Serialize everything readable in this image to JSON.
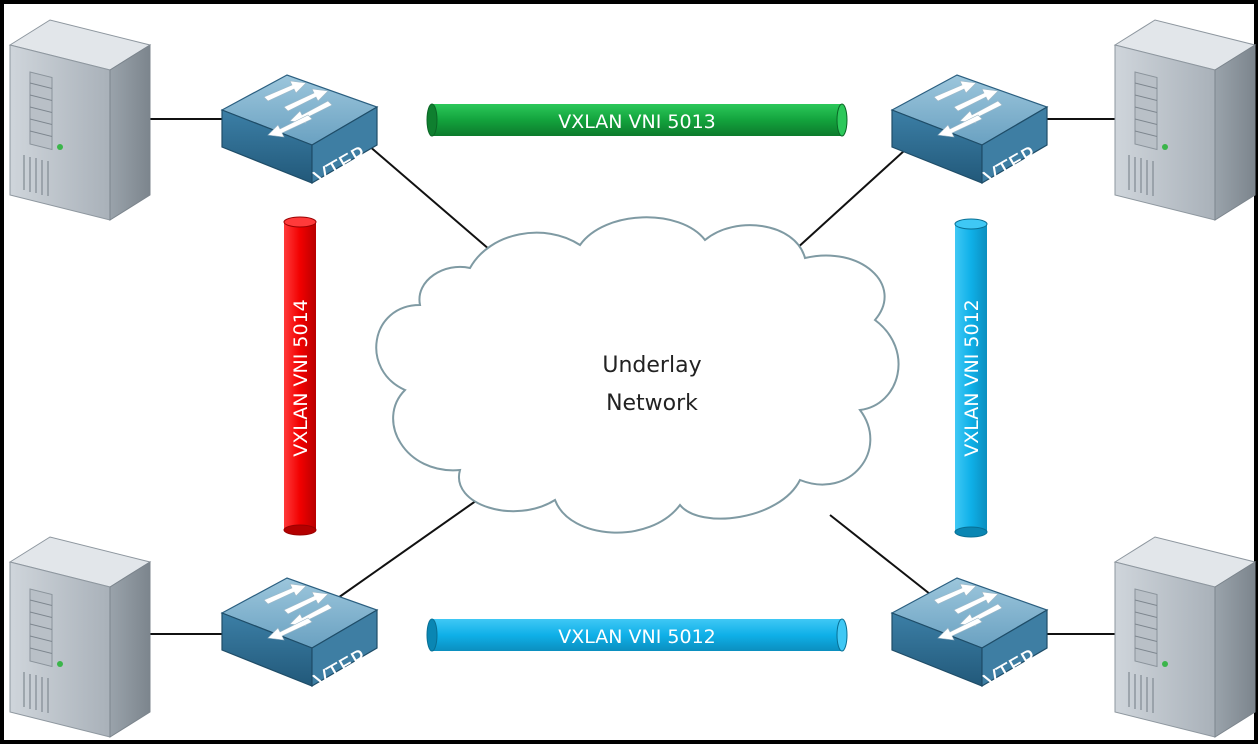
{
  "diagram": {
    "cloud": {
      "line1": "Underlay",
      "line2": "Network",
      "fill": "#ffffff",
      "stroke": "#7f9aa3"
    },
    "vtep_label": "VTEP",
    "tunnels": {
      "top": {
        "label": "VXLAN VNI 5013",
        "color": "#13a33d",
        "cap": "#0f7f2f"
      },
      "bottom": {
        "label": "VXLAN VNI 5012",
        "color": "#0fb0e8",
        "cap": "#0a86b3"
      },
      "left": {
        "label": "VXLAN VNI 5014",
        "color": "#f20000",
        "cap": "#b30000"
      },
      "right": {
        "label": "VXLAN VNI 5012",
        "color": "#0fb0e8",
        "cap": "#0a86b3"
      }
    },
    "colors": {
      "border": "#000000",
      "switch_top": "#7fb3cf",
      "switch_front": "#2f6f94",
      "switch_side": "#4b89ad",
      "server_front": "#c9cfd6",
      "server_side": "#8e979f",
      "server_top": "#e1e5ea"
    }
  }
}
